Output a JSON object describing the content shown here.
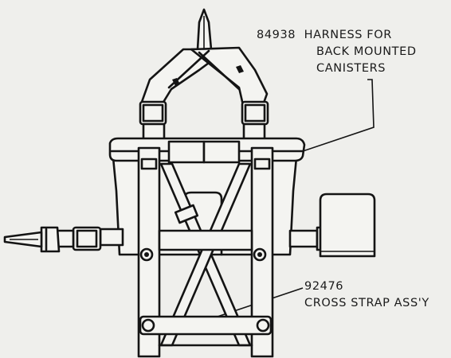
{
  "callouts": {
    "harness": {
      "part_number": "84938",
      "lines": [
        "HARNESS FOR",
        "BACK MOUNTED",
        "CANISTERS"
      ]
    },
    "cross_strap": {
      "part_number": "92476",
      "lines": [
        "CROSS STRAP ASS'Y"
      ]
    }
  }
}
